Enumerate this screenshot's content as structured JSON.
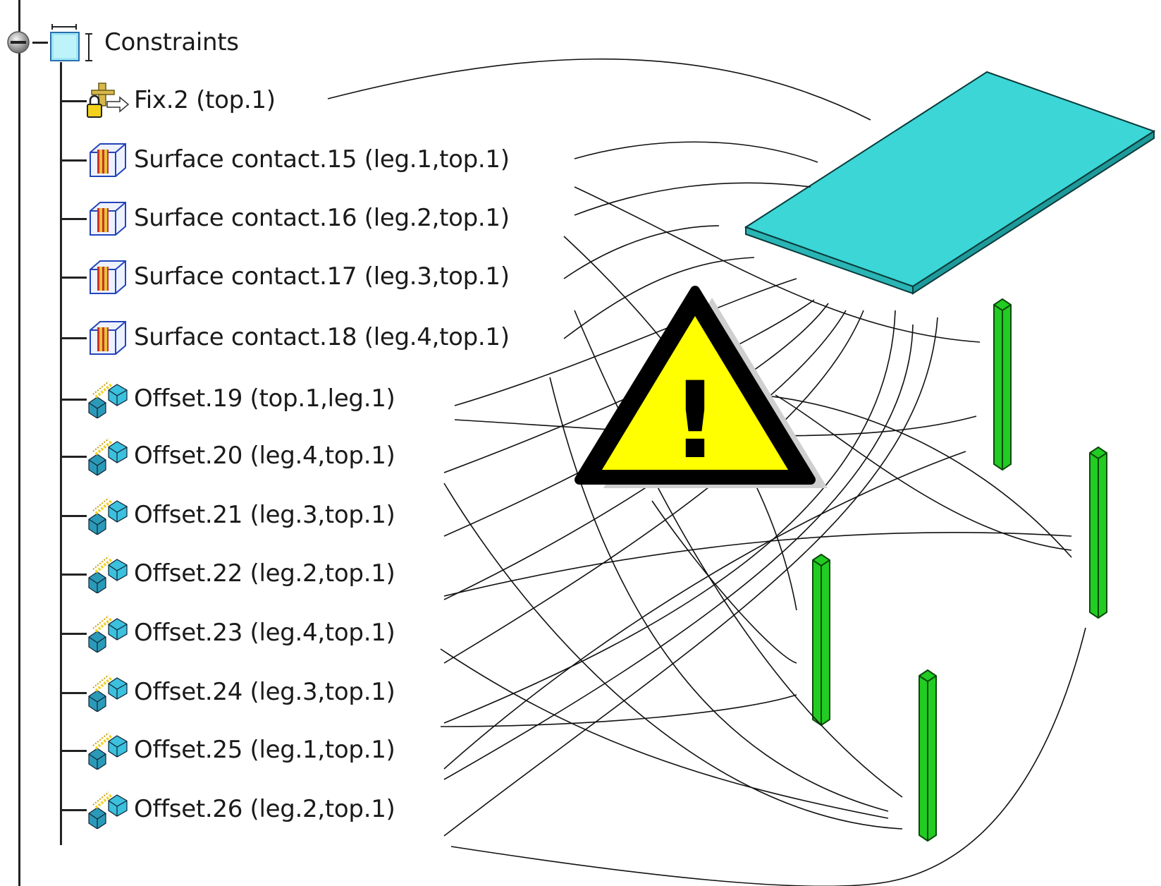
{
  "tree": {
    "root": {
      "label": "Constraints",
      "icon": "constraints-set-icon",
      "toggle": "collapse-toggle-icon"
    },
    "items": [
      {
        "label": "Fix.2 (top.1)",
        "icon": "fix-constraint-icon"
      },
      {
        "label": "Surface contact.15 (leg.1,top.1)",
        "icon": "surface-contact-icon"
      },
      {
        "label": "Surface contact.16 (leg.2,top.1)",
        "icon": "surface-contact-icon"
      },
      {
        "label": "Surface contact.17 (leg.3,top.1)",
        "icon": "surface-contact-icon"
      },
      {
        "label": "Surface contact.18 (leg.4,top.1)",
        "icon": "surface-contact-icon"
      },
      {
        "label": "Offset.19 (top.1,leg.1)",
        "icon": "offset-constraint-icon"
      },
      {
        "label": "Offset.20 (leg.4,top.1)",
        "icon": "offset-constraint-icon"
      },
      {
        "label": "Offset.21 (leg.3,top.1)",
        "icon": "offset-constraint-icon"
      },
      {
        "label": "Offset.22 (leg.2,top.1)",
        "icon": "offset-constraint-icon"
      },
      {
        "label": "Offset.23 (leg.4,top.1)",
        "icon": "offset-constraint-icon"
      },
      {
        "label": "Offset.24 (leg.3,top.1)",
        "icon": "offset-constraint-icon"
      },
      {
        "label": "Offset.25 (leg.1,top.1)",
        "icon": "offset-constraint-icon"
      },
      {
        "label": "Offset.26 (leg.2,top.1)",
        "icon": "offset-constraint-icon"
      }
    ]
  },
  "scene": {
    "warning": {
      "icon": "warning-icon",
      "glyph": "!",
      "fill": "#ffff00"
    },
    "top_color": "#3cd6d6",
    "leg_color": "#22cc22"
  }
}
